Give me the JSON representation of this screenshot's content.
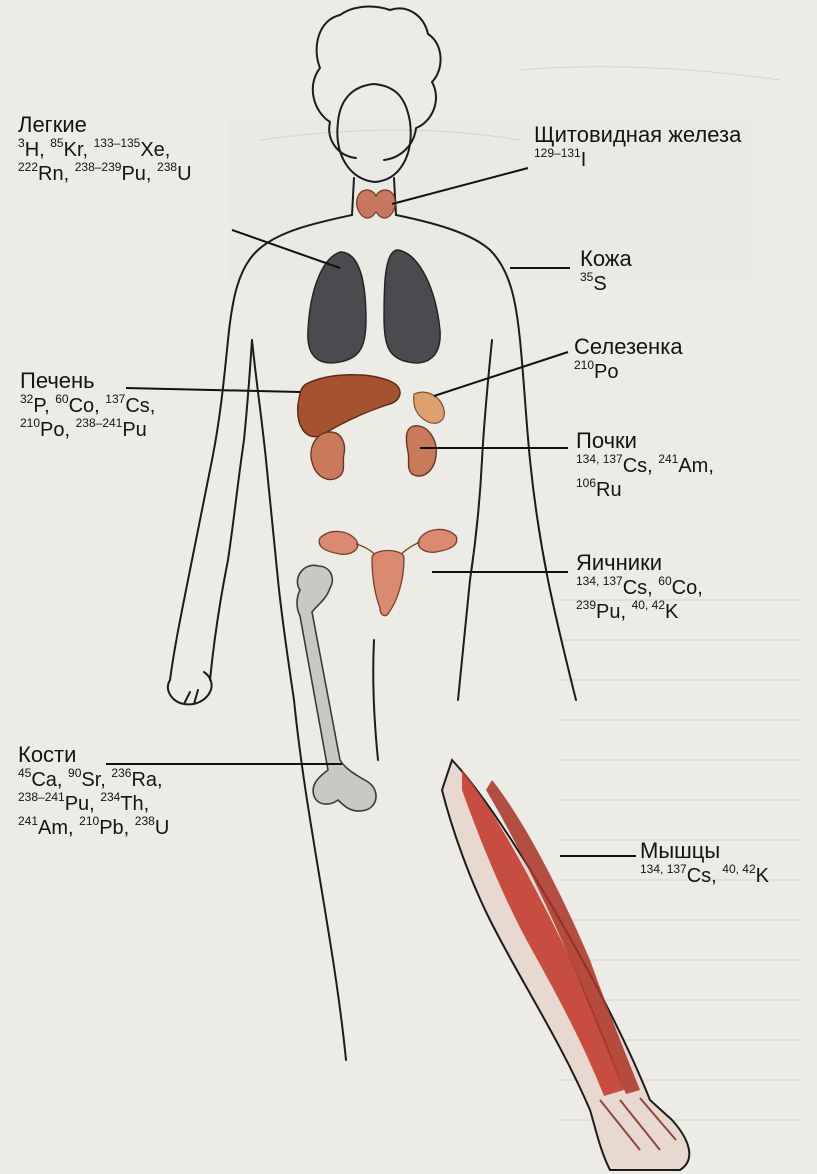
{
  "colors": {
    "paper": "#ecebe6",
    "outline": "#1c1c1c",
    "lung": "#4a4a4f",
    "liver": "#a5522f",
    "kidney": "#c87a5a",
    "spleen": "#dca070",
    "thyroid": "#c97860",
    "ovary": "#d98a70",
    "bone": "#c8c8c4",
    "muscle": "#c0392b"
  },
  "labels": {
    "lungs": {
      "title": "Легкие",
      "lines": [
        [
          {
            "sup": "3",
            "el": "H,"
          },
          {
            "sup": "85",
            "el": "Kr,"
          },
          {
            "sup": "133–135",
            "el": "Xe,"
          }
        ],
        [
          {
            "sup": "222",
            "el": "Rn,"
          },
          {
            "sup": "238–239",
            "el": "Pu,"
          },
          {
            "sup": "238",
            "el": "U"
          }
        ]
      ]
    },
    "thyroid": {
      "title": "Щитовидная железа",
      "lines": [
        [
          {
            "sup": "129–131",
            "el": "I"
          }
        ]
      ]
    },
    "skin": {
      "title": "Кожа",
      "lines": [
        [
          {
            "sup": "35",
            "el": "S"
          }
        ]
      ]
    },
    "spleen": {
      "title": "Селезенка",
      "lines": [
        [
          {
            "sup": "210",
            "el": "Po"
          }
        ]
      ]
    },
    "liver": {
      "title": "Печень",
      "lines": [
        [
          {
            "sup": "32",
            "el": "P,"
          },
          {
            "sup": "60",
            "el": "Co,"
          },
          {
            "sup": "137",
            "el": "Cs,"
          }
        ],
        [
          {
            "sup": "210",
            "el": "Po,"
          },
          {
            "sup": "238–241",
            "el": "Pu"
          }
        ]
      ]
    },
    "kidneys": {
      "title": "Почки",
      "lines": [
        [
          {
            "sup": "134, 137",
            "el": "Cs,"
          },
          {
            "sup": "241",
            "el": "Am,"
          }
        ],
        [
          {
            "sup": "106",
            "el": "Ru"
          }
        ]
      ]
    },
    "ovaries": {
      "title": "Яичники",
      "lines": [
        [
          {
            "sup": "134, 137",
            "el": "Cs,"
          },
          {
            "sup": "60",
            "el": "Co,"
          }
        ],
        [
          {
            "sup": "239",
            "el": "Pu,"
          },
          {
            "sup": "40, 42",
            "el": "K"
          }
        ]
      ]
    },
    "bones": {
      "title": "Кости",
      "lines": [
        [
          {
            "sup": "45",
            "el": "Ca,"
          },
          {
            "sup": "90",
            "el": "Sr,"
          },
          {
            "sup": "236",
            "el": "Ra,"
          }
        ],
        [
          {
            "sup": "238–241",
            "el": "Pu,"
          },
          {
            "sup": "234",
            "el": "Th,"
          }
        ],
        [
          {
            "sup": "241",
            "el": "Am,"
          },
          {
            "sup": "210",
            "el": "Pb,"
          },
          {
            "sup": "238",
            "el": "U"
          }
        ]
      ]
    },
    "muscles": {
      "title": "Мышцы",
      "lines": [
        [
          {
            "sup": "134, 137",
            "el": "Cs,"
          },
          {
            "sup": "40, 42",
            "el": "K"
          }
        ]
      ]
    }
  }
}
